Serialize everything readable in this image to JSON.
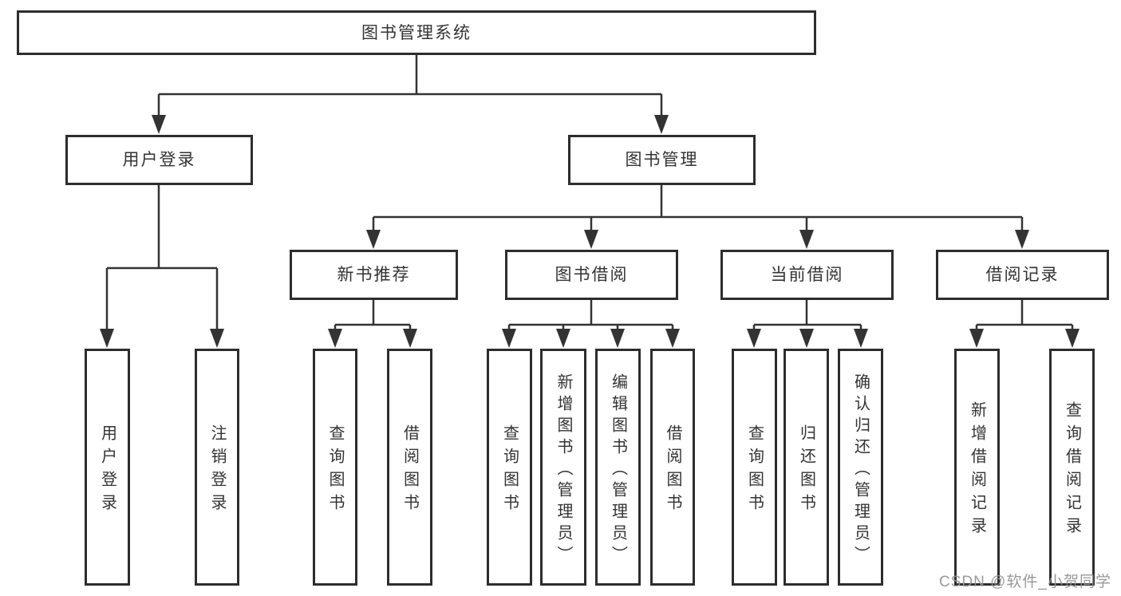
{
  "watermark": "CSDN @软件_小贺同学",
  "colors": {
    "line": "#333333",
    "box_border": "#2d2d2d",
    "text": "#333333",
    "watermark_gray": "#949494",
    "background": "#ffffff"
  },
  "tree": {
    "label": "图书管理系统",
    "children": [
      {
        "label": "用户登录",
        "children": [
          {
            "label": "用户登录"
          },
          {
            "label": "注销登录"
          }
        ]
      },
      {
        "label": "图书管理",
        "children": [
          {
            "label": "新书推荐",
            "children": [
              {
                "label": "查询图书"
              },
              {
                "label": "借阅图书"
              }
            ]
          },
          {
            "label": "图书借阅",
            "children": [
              {
                "label": "查询图书"
              },
              {
                "label": "新增图书（管理员）"
              },
              {
                "label": "编辑图书（管理员）"
              },
              {
                "label": "借阅图书"
              }
            ]
          },
          {
            "label": "当前借阅",
            "children": [
              {
                "label": "查询图书"
              },
              {
                "label": "归还图书"
              },
              {
                "label": "确认归还（管理员）"
              }
            ]
          },
          {
            "label": "借阅记录",
            "children": [
              {
                "label": "新增借阅记录"
              },
              {
                "label": "查询借阅记录"
              }
            ]
          }
        ]
      }
    ]
  }
}
